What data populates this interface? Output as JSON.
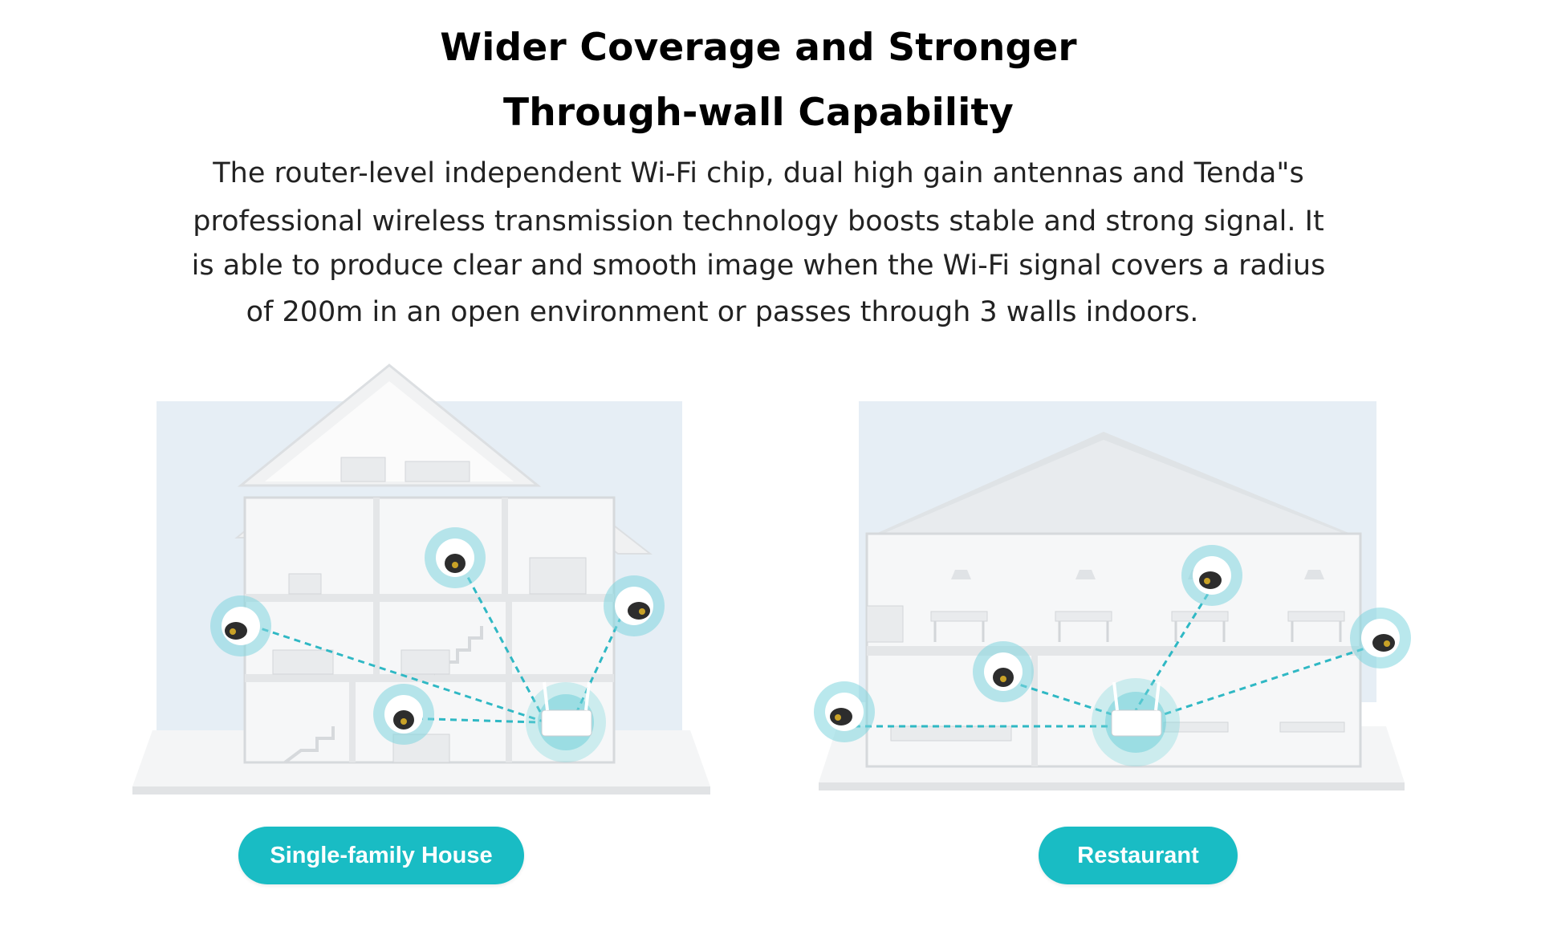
{
  "heading": {
    "line1": "Wider Coverage and Stronger",
    "line2": "Through-wall Capability"
  },
  "description": {
    "line1": "The router-level independent Wi-Fi chip, dual high gain antennas and Tenda\"s",
    "line2": "professional wireless transmission technology boosts stable and strong signal. It",
    "line3": "is able to produce clear and smooth image when the Wi-Fi signal covers a radius",
    "line4": "of 200m in an open environment or passes through 3 walls indoors."
  },
  "scenarios": [
    {
      "label": "Single-family House",
      "icon": "house-illustration"
    },
    {
      "label": "Restaurant",
      "icon": "restaurant-illustration"
    }
  ],
  "colors": {
    "accent": "#19bcc4",
    "signal_line": "#2fb8c4",
    "wall": "#f2f3f4",
    "background_panel": "#e6eef5"
  }
}
